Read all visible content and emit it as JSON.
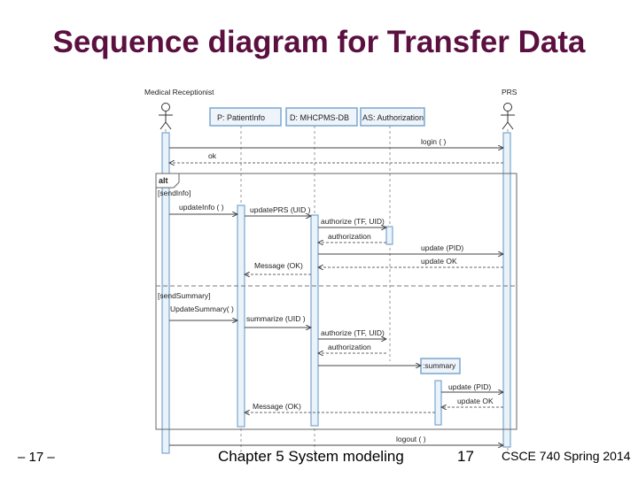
{
  "slide": {
    "title": "Sequence diagram for Transfer Data",
    "footer_left": "– 17 –",
    "footer_center": "Chapter 5 System modeling",
    "footer_page": "17",
    "footer_right": "CSCE 740 Spring 2014"
  },
  "diagram": {
    "actors": [
      {
        "id": "receptionist",
        "label": "Medical Receptionist"
      },
      {
        "id": "prs",
        "label": "PRS"
      }
    ],
    "objects": [
      {
        "id": "patientinfo",
        "label": "P: PatientInfo"
      },
      {
        "id": "mhcpms",
        "label": "D: MHCPMS-DB"
      },
      {
        "id": "authorization",
        "label": "AS: Authorization"
      },
      {
        "id": "summary",
        "label": ":summary"
      }
    ],
    "fragment": {
      "operator": "alt",
      "guard1": "[sendInfo]",
      "guard2": "[sendSummary]"
    },
    "messages": [
      {
        "id": "login",
        "label": "login ( )"
      },
      {
        "id": "ok",
        "label": "ok"
      },
      {
        "id": "updateinfo",
        "label": "updateInfo ( )"
      },
      {
        "id": "updateprs",
        "label": "updatePRS (UID )"
      },
      {
        "id": "authorize1",
        "label": "authorize (TF, UID)"
      },
      {
        "id": "authorization1",
        "label": "authorization"
      },
      {
        "id": "updatepid1",
        "label": "update (PID)"
      },
      {
        "id": "updateok1",
        "label": "update OK"
      },
      {
        "id": "messageok1",
        "label": "Message (OK)"
      },
      {
        "id": "updatesummary",
        "label": "UpdateSummary( )"
      },
      {
        "id": "summarize",
        "label": "summarize (UID )"
      },
      {
        "id": "authorize2",
        "label": "authorize (TF, UID)"
      },
      {
        "id": "authorization2",
        "label": "authorization"
      },
      {
        "id": "updatepid2",
        "label": "update (PID)"
      },
      {
        "id": "updateok2",
        "label": "update OK"
      },
      {
        "id": "messageok2",
        "label": "Message (OK)"
      },
      {
        "id": "logout",
        "label": "logout ( )"
      }
    ]
  }
}
